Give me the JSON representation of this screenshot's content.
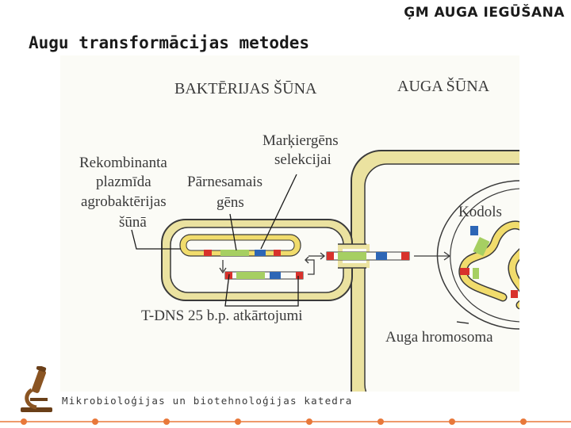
{
  "header": {
    "title": "ĢM AUGA IEGŪŠANA"
  },
  "slide": {
    "title": "Augu transformācijas metodes"
  },
  "figure": {
    "labels": {
      "bacterial_cell": "BAKTĒRIJAS ŠŪNA",
      "plant_cell": "AUGA ŠŪNA",
      "marker_gene_line1": "Marķiergēns",
      "marker_gene_line2": "selekcijai",
      "plasmid_line1": "Rekombinanta",
      "plasmid_line2": "plazmīda",
      "plasmid_line3": "agrobaktērijas",
      "plasmid_line4": "šūnā",
      "transferred_gene_line1": "Pārnesamais",
      "transferred_gene_line2": "gēns",
      "nucleus": "Kodols",
      "tdna_repeats": "T-DNS 25 b.p. atkārtojumi",
      "plant_chromosome": "Auga hromosoma"
    }
  },
  "footer": {
    "department": "Mikrobioloģijas un biotehnoloģijas katedra"
  },
  "colors": {
    "cell_wall": "#ebe2a0",
    "outline": "#3a3a3a",
    "dna_green": "#a6cf62",
    "dna_yellow": "#f1dc6c",
    "dna_red": "#d8322c",
    "dna_blue": "#2d66b6",
    "accent_orange": "#e8783a"
  }
}
